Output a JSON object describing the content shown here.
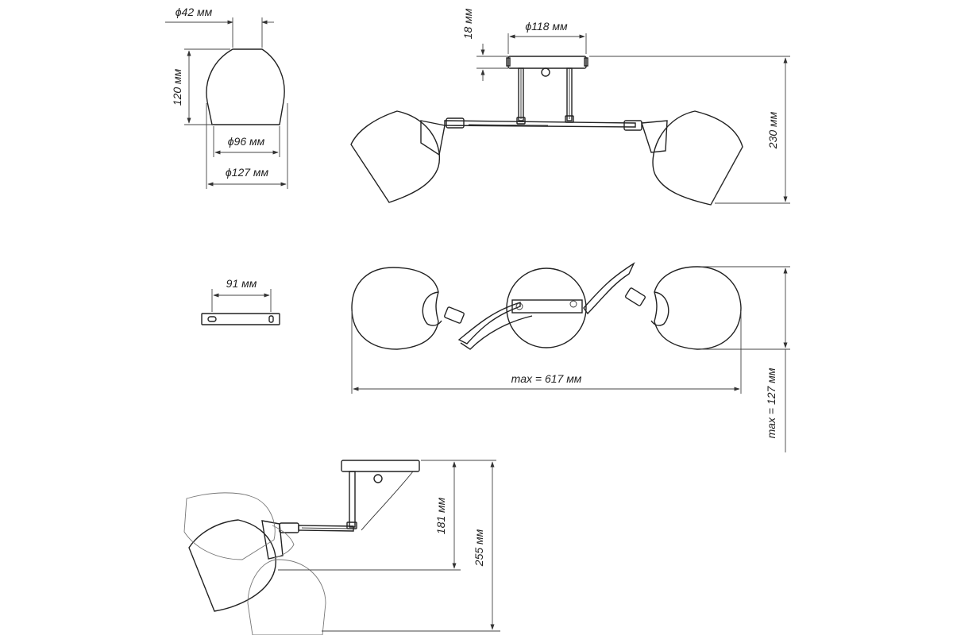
{
  "dimensions": {
    "shade_top_diameter": "ϕ42 мм",
    "shade_height": "120 мм",
    "shade_middle_diameter": "ϕ96 мм",
    "shade_max_diameter": "ϕ127 мм",
    "canopy_height": "18 мм",
    "canopy_diameter": "ϕ118 мм",
    "total_height_front": "230 мм",
    "bracket_length": "91 мм",
    "max_width": "max = 617 мм",
    "max_depth": "max = 127 мм",
    "side_height_min": "181 мм",
    "side_height_max": "255 мм"
  }
}
